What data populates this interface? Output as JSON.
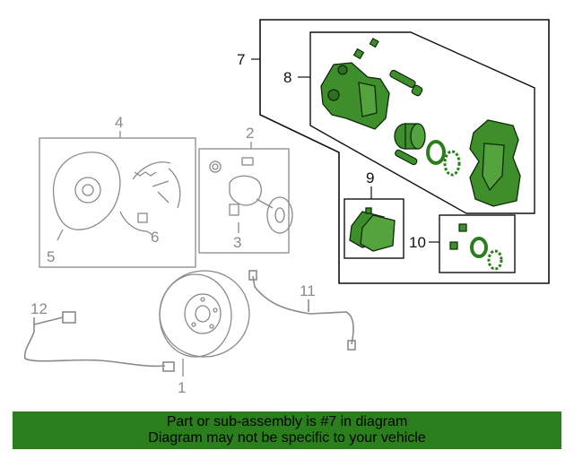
{
  "callouts": {
    "c1": "1",
    "c2": "2",
    "c3": "3",
    "c4": "4",
    "c5": "5",
    "c6": "6",
    "c7": "7",
    "c8": "8",
    "c9": "9",
    "c10": "10",
    "c11": "11",
    "c12": "12"
  },
  "banner": {
    "line1": "Part or sub-assembly is #7 in diagram",
    "line2": "Diagram may not be specific to your vehicle"
  },
  "colors": {
    "highlight": "#2a7f1c",
    "part_green": "#3e8f2c",
    "grey_line": "#8a8a8a",
    "black_line": "#111111"
  }
}
